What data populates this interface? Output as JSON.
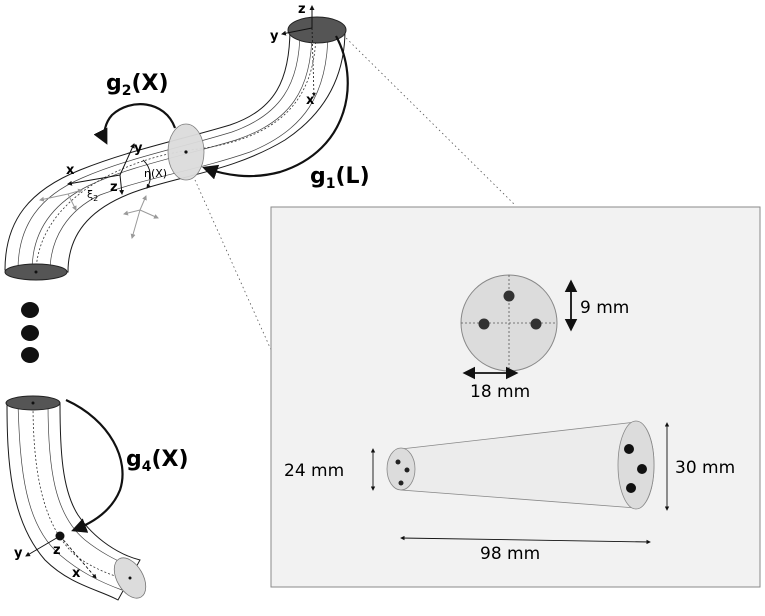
{
  "labels": {
    "g1": "g",
    "g1_sub": "1",
    "g1_arg": "(L)",
    "g2": "g",
    "g2_sub": "2",
    "g2_arg": "(X)",
    "g4": "g",
    "g4_sub": "4",
    "g4_arg": "(X)",
    "eta": "η(X)",
    "xi": "ξ",
    "xi_sub": "2"
  },
  "axes": {
    "top": {
      "z": "z",
      "y": "y",
      "x": "x"
    },
    "mid": {
      "x": "x",
      "y": "y",
      "z": "z"
    },
    "bottom": {
      "y": "y",
      "z": "z",
      "x": "x"
    }
  },
  "dimensions": {
    "cross_height": "9 mm",
    "cross_width": "18 mm",
    "small_end": "24 mm",
    "large_end": "30 mm",
    "length": "98 mm"
  },
  "colors": {
    "line": "#1a1a1a",
    "tube_fill": "#ffffff",
    "end_cap_dark": "#555555",
    "end_cap_light": "#dcdcdc",
    "panel_bg": "#f2f2f2",
    "panel_border": "#8a8a8a",
    "frame_gray": "#9a9a9a"
  }
}
